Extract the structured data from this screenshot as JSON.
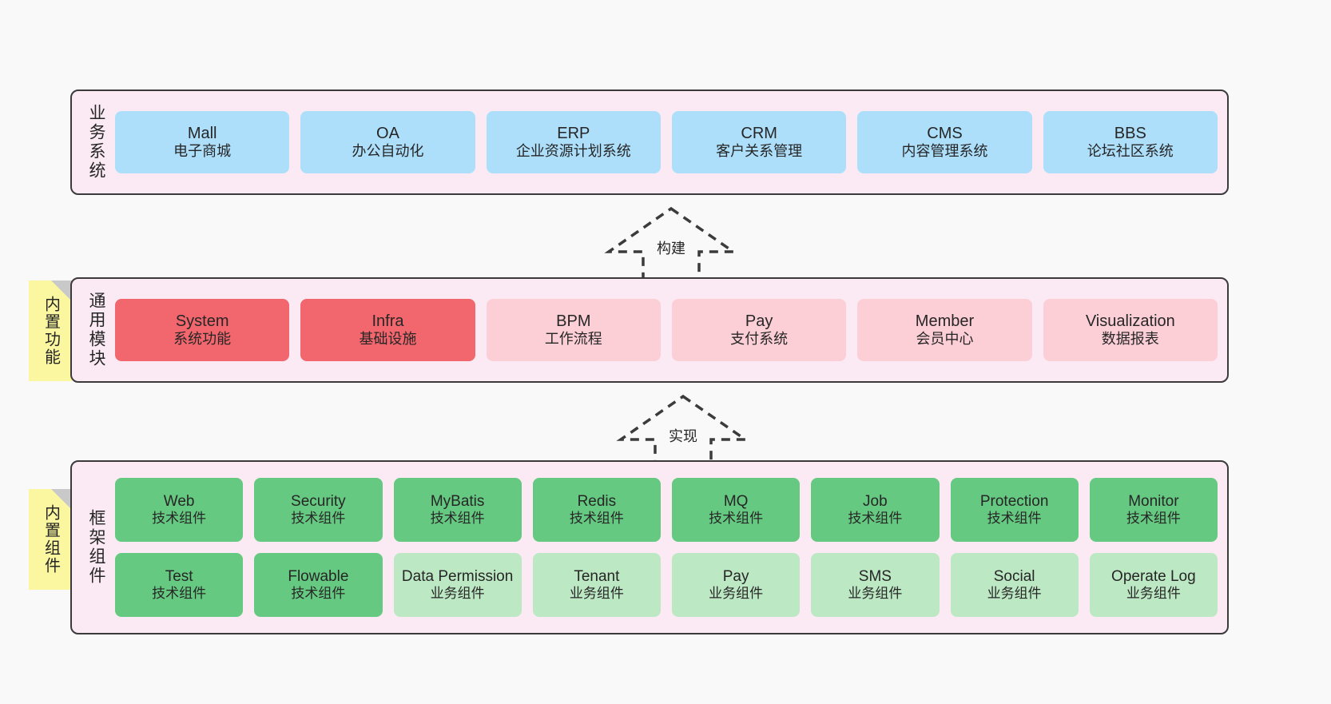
{
  "diagram": {
    "title": "",
    "colors": {
      "layer_bg": "#fbeaf4",
      "layer_border": "#3b3b3b",
      "business": "#addffb",
      "module_core": "#f2666d",
      "module_plain": "#fccfd6",
      "component_tech": "#66c981",
      "component_biz": "#bde8c4",
      "sticky": "#fbf6a0",
      "page_bg": "#f9f9f9"
    }
  },
  "layers": {
    "business": {
      "label": "业务系统",
      "items": [
        {
          "en": "Mall",
          "cn": "电子商城"
        },
        {
          "en": "OA",
          "cn": "办公自动化"
        },
        {
          "en": "ERP",
          "cn": "企业资源计划系统"
        },
        {
          "en": "CRM",
          "cn": "客户关系管理"
        },
        {
          "en": "CMS",
          "cn": "内容管理系统"
        },
        {
          "en": "BBS",
          "cn": "论坛社区系统"
        }
      ]
    },
    "modules": {
      "label": "通用模块",
      "sticky": "内置功能",
      "items": [
        {
          "en": "System",
          "cn": "系统功能",
          "variant": "c-red"
        },
        {
          "en": "Infra",
          "cn": "基础设施",
          "variant": "c-red"
        },
        {
          "en": "BPM",
          "cn": "工作流程",
          "variant": "c-pink"
        },
        {
          "en": "Pay",
          "cn": "支付系统",
          "variant": "c-pink"
        },
        {
          "en": "Member",
          "cn": "会员中心",
          "variant": "c-pink"
        },
        {
          "en": "Visualization",
          "cn": "数据报表",
          "variant": "c-pink"
        }
      ]
    },
    "framework": {
      "label": "框架组件",
      "sticky": "内置组件",
      "row1": [
        {
          "en": "Web",
          "cn": "技术组件",
          "variant": "c-green"
        },
        {
          "en": "Security",
          "cn": "技术组件",
          "variant": "c-green"
        },
        {
          "en": "MyBatis",
          "cn": "技术组件",
          "variant": "c-green"
        },
        {
          "en": "Redis",
          "cn": "技术组件",
          "variant": "c-green"
        },
        {
          "en": "MQ",
          "cn": "技术组件",
          "variant": "c-green"
        },
        {
          "en": "Job",
          "cn": "技术组件",
          "variant": "c-green"
        },
        {
          "en": "Protection",
          "cn": "技术组件",
          "variant": "c-green"
        },
        {
          "en": "Monitor",
          "cn": "技术组件",
          "variant": "c-green"
        }
      ],
      "row2": [
        {
          "en": "Test",
          "cn": "技术组件",
          "variant": "c-green"
        },
        {
          "en": "Flowable",
          "cn": "技术组件",
          "variant": "c-green"
        },
        {
          "en": "Data Permission",
          "cn": "业务组件",
          "variant": "c-lightgreen"
        },
        {
          "en": "Tenant",
          "cn": "业务组件",
          "variant": "c-lightgreen"
        },
        {
          "en": "Pay",
          "cn": "业务组件",
          "variant": "c-lightgreen"
        },
        {
          "en": "SMS",
          "cn": "业务组件",
          "variant": "c-lightgreen"
        },
        {
          "en": "Social",
          "cn": "业务组件",
          "variant": "c-lightgreen"
        },
        {
          "en": "Operate Log",
          "cn": "业务组件",
          "variant": "c-lightgreen"
        }
      ]
    }
  },
  "arrows": [
    {
      "id": "build",
      "label": "构建",
      "from": "通用模块",
      "to": "业务系统"
    },
    {
      "id": "implement",
      "label": "实现",
      "from": "框架组件",
      "to": "通用模块"
    }
  ]
}
